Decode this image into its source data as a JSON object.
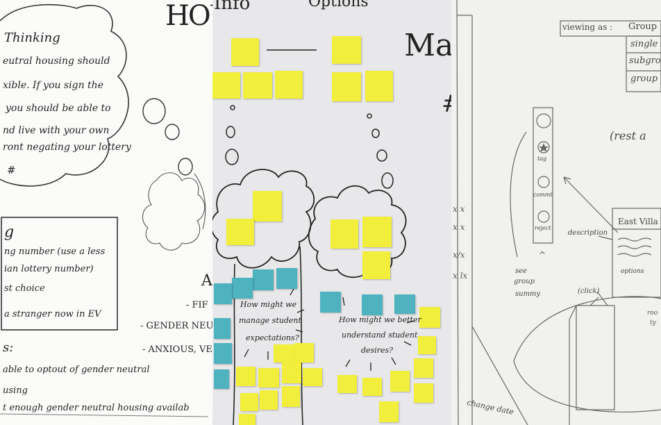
{
  "panel1": {
    "header_partial": "HOU",
    "cloud_title": "Thinking",
    "cloud_lines": [
      "eutral housing should",
      "xible. If you sign the",
      "you should be able to",
      "nd live with your own",
      "ront negating your lottery",
      "#"
    ],
    "box_title": "g",
    "box_lines": [
      "ng number (use a less",
      "ian lottery number)",
      "st choice",
      "a stranger now in EV"
    ],
    "side_lines": [
      "- FIF",
      "- GENDER NEU",
      "- ANXIOUS, VE"
    ],
    "side_letter": "A",
    "bottom_title": "s:",
    "bottom_lines": [
      "able to optout of gender neutral",
      "using",
      "t enough gender neutral housing availab"
    ]
  },
  "panel2": {
    "header_left": "Info",
    "header_right": "Options",
    "right_partial": "Ma",
    "hash": "#",
    "question_left": [
      "How might we",
      "manage student",
      "expectations?"
    ],
    "question_right": [
      "How might we better",
      "understand student",
      "desires?"
    ]
  },
  "panel3": {
    "viewing_as_label": "viewing as :",
    "viewing_as_value": "Group",
    "dropdown_options": [
      "single",
      "subgro",
      "group"
    ],
    "rest_label": "(rest a",
    "icon_labels": [
      "tag",
      "commt",
      "reject"
    ],
    "caret": "^",
    "description_label": "description",
    "card_title": "East Villa",
    "options_label": "options",
    "see_group_summary": [
      "see",
      "group",
      "summy"
    ],
    "click_label": "(click)",
    "change_date": "change date",
    "left_marks": [
      "x x",
      "x x",
      "x/x",
      "x lx"
    ],
    "right_cut": [
      "roo",
      "ty"
    ]
  }
}
